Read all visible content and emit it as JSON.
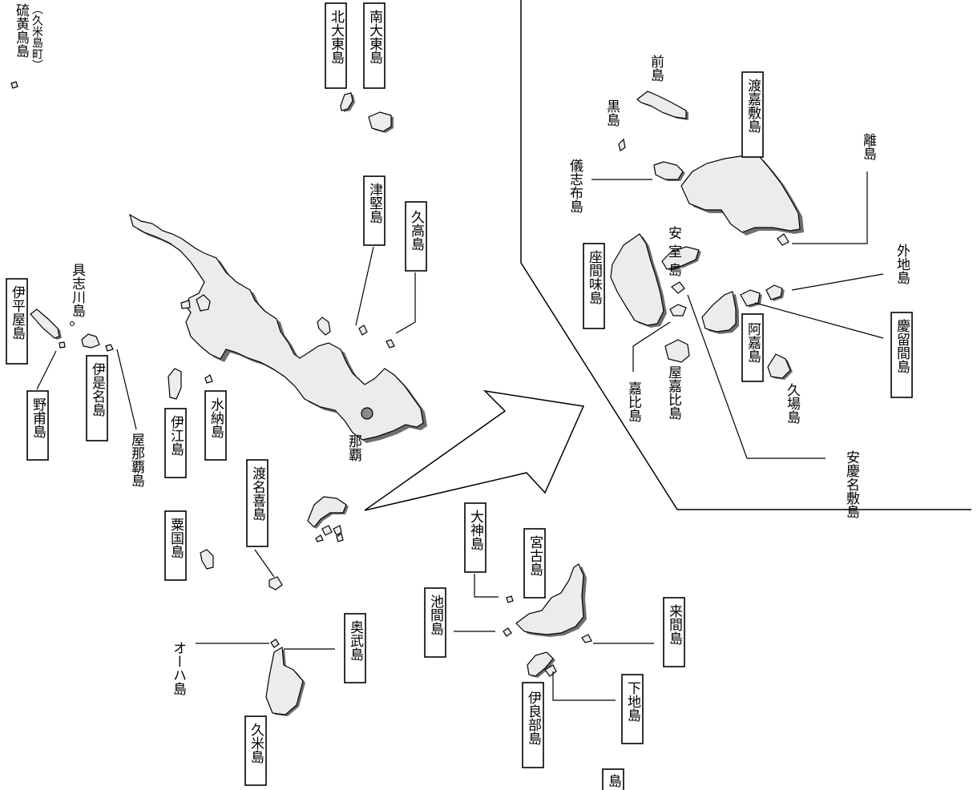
{
  "map": {
    "labels": {
      "iou": "硫黄鳥島",
      "iou_note": "（久米島町）",
      "kitadaito": "北大東島",
      "minamidaito": "南大東島",
      "tsuken": "津堅島",
      "kudaka": "久高島",
      "iheya": "伊平屋島",
      "gushikawa": "具志川島",
      "noho": "野甫島",
      "izena": "伊是名島",
      "yagaji": "屋那覇島",
      "ie": "伊江島",
      "minna": "水納島",
      "naha": "那覇",
      "aguni": "粟国島",
      "tonaki": "渡名喜島",
      "ohajima": "オーハ島",
      "ou": "奥武島",
      "kume": "久米島",
      "ogami": "大神島",
      "miyako": "宮古島",
      "ikema": "池間島",
      "kurima": "来間島",
      "shimoji": "下地島",
      "irabu": "伊良部島",
      "mae": "前島",
      "kuro": "黒島",
      "tokashiki": "渡嘉敷島",
      "hanare": "離島",
      "gishibu": "儀志布島",
      "amuro": "安室島",
      "zamami": "座間味島",
      "hokaji": "外地島",
      "aka": "阿嘉島",
      "geruma": "慶留間島",
      "kuba": "久場島",
      "yakabi": "屋嘉比島",
      "gahi": "嘉比島",
      "agenashiku": "安慶名敷島",
      "bottom_partial": "島"
    }
  }
}
